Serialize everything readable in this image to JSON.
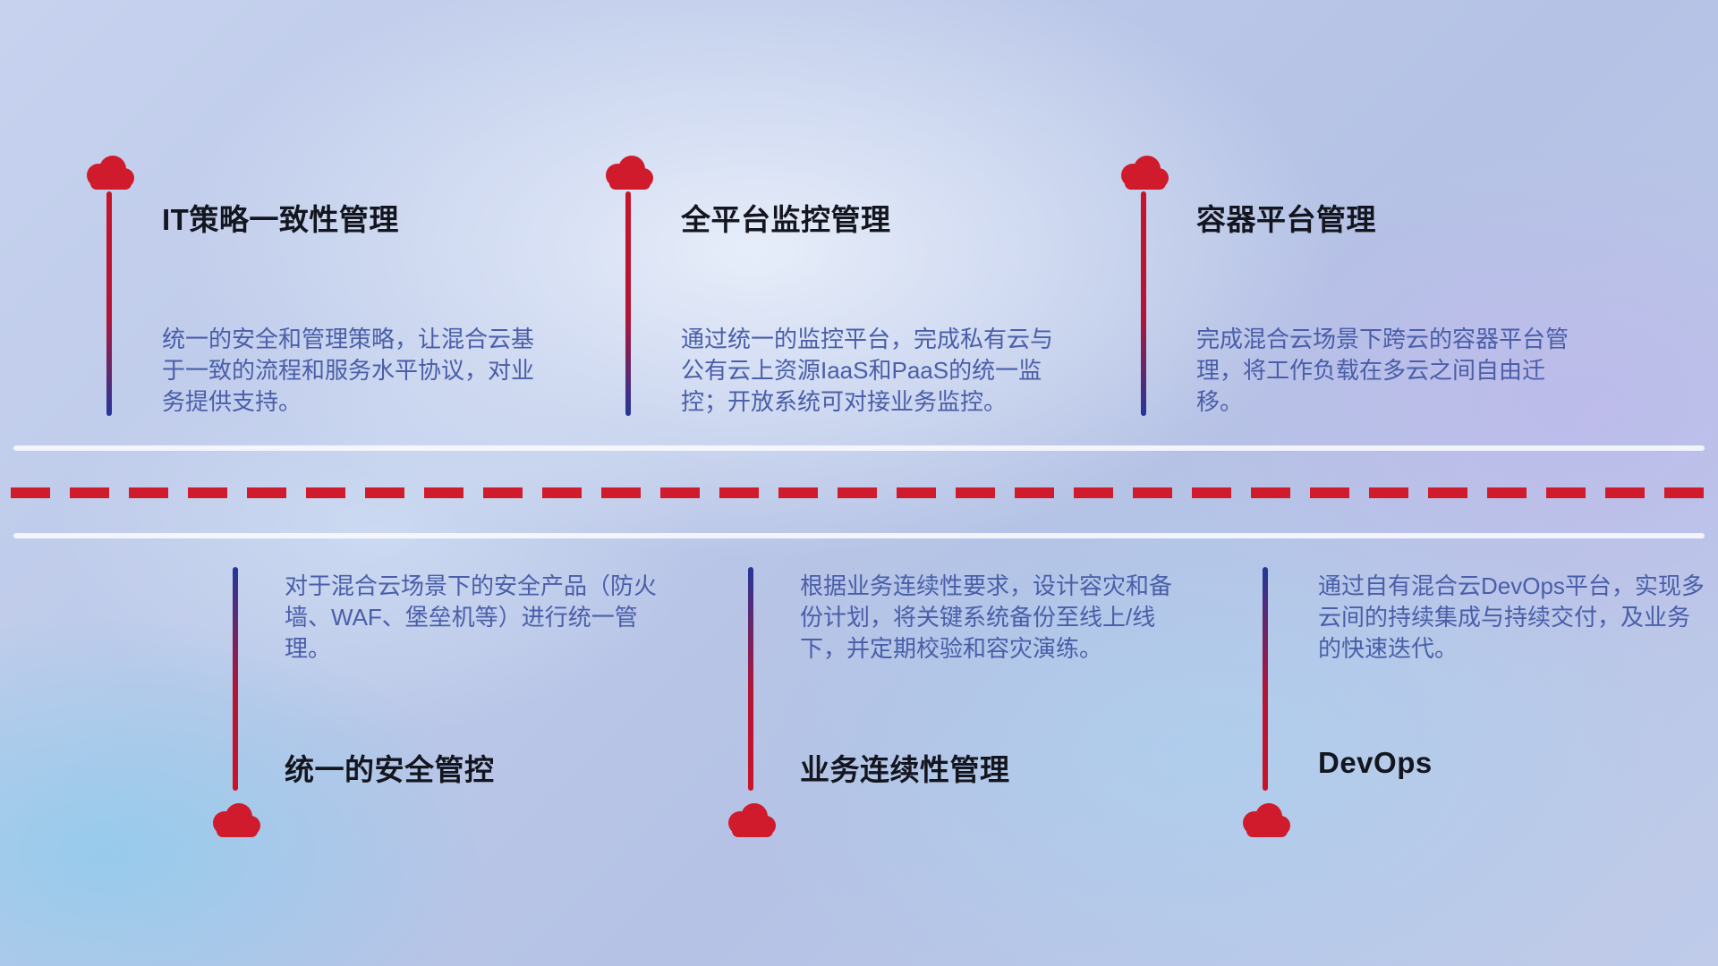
{
  "colors": {
    "accent_red": "#cf1b2b",
    "accent_blue": "#24379a",
    "title_text": "#14161f",
    "body_text": "#4a5ea9",
    "divider_white": "#f6f9fd"
  },
  "divider": {
    "style": "two solid light lines with red dashed line between"
  },
  "top_items": [
    {
      "icon": "cloud-icon",
      "title": "IT策略一致性管理",
      "description": "统一的安全和管理策略，让混合云基于一致的流程和服务水平协议，对业务提供支持。"
    },
    {
      "icon": "cloud-icon",
      "title": "全平台监控管理",
      "description": "通过统一的监控平台，完成私有云与公有云上资源IaaS和PaaS的统一监控；开放系统可对接业务监控。"
    },
    {
      "icon": "cloud-icon",
      "title": "容器平台管理",
      "description": "完成混合云场景下跨云的容器平台管理，将工作负载在多云之间自由迁移。"
    }
  ],
  "bottom_items": [
    {
      "icon": "cloud-icon",
      "title": "统一的安全管控",
      "description": "对于混合云场景下的安全产品（防火墙、WAF、堡垒机等）进行统一管理。"
    },
    {
      "icon": "cloud-icon",
      "title": "业务连续性管理",
      "description": "根据业务连续性要求，设计容灾和备份计划，将关键系统备份至线上/线下，并定期校验和容灾演练。"
    },
    {
      "icon": "cloud-icon",
      "title": "DevOps",
      "description": "通过自有混合云DevOps平台，实现多云间的持续集成与持续交付，及业务的快速迭代。"
    }
  ]
}
